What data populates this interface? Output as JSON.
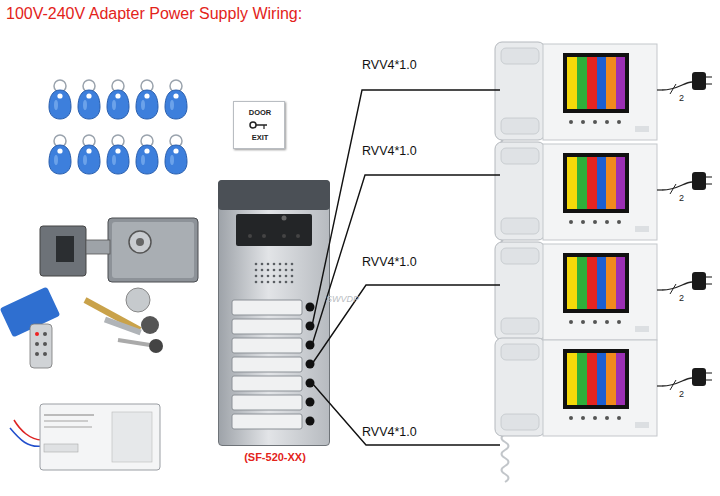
{
  "diagram": {
    "title": "100V-240V Adapter Power Supply Wiring:",
    "nodes": [
      {
        "text": [
          "DOOR",
          "EXIT"
        ]
      },
      {
        "text": [
          "(SF-520-XX)"
        ]
      }
    ],
    "labels": [
      "RVV4*1.0",
      "2",
      "RVV4*1.0",
      "2",
      "SWVDP",
      "RVV4*1.0",
      "2",
      "RVV4*1.0",
      "2"
    ]
  }
}
